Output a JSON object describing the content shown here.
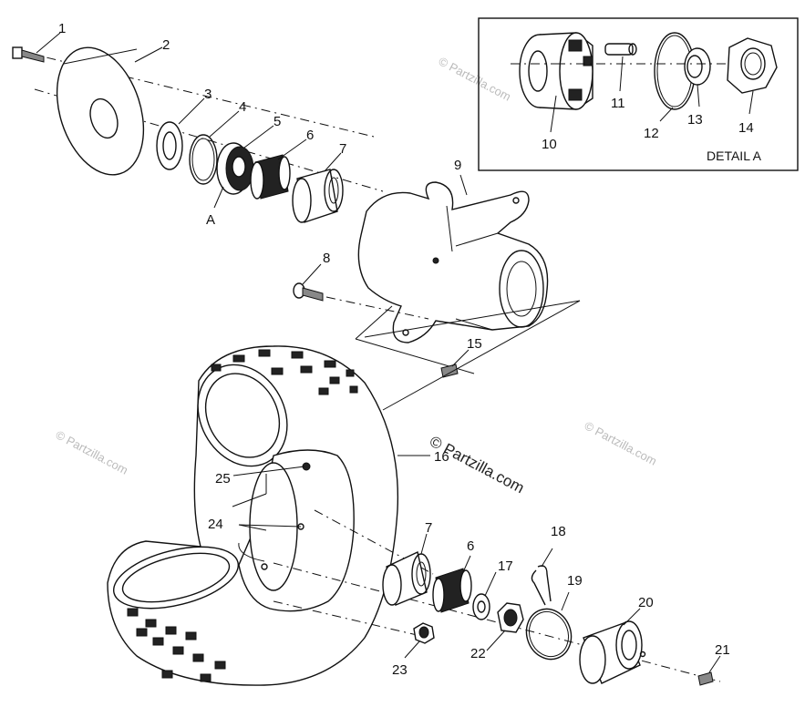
{
  "detail_title": "DETAIL A",
  "callouts": {
    "c1": "1",
    "c2": "2",
    "c3": "3",
    "c4": "4",
    "c5": "5",
    "c6": "6",
    "c7": "7",
    "c8": "8",
    "c9": "9",
    "c10": "10",
    "c11": "11",
    "c12": "12",
    "c13": "13",
    "c14": "14",
    "c15": "15",
    "c16": "16",
    "c6b": "6",
    "c7b": "7",
    "c17": "17",
    "c18": "18",
    "c19": "19",
    "c20": "20",
    "c21": "21",
    "c22": "22",
    "c23": "23",
    "c24": "24",
    "c25": "25",
    "cA": "A"
  },
  "watermarks": {
    "main": "© Partzilla.com",
    "faint": "© Partzilla.com"
  }
}
